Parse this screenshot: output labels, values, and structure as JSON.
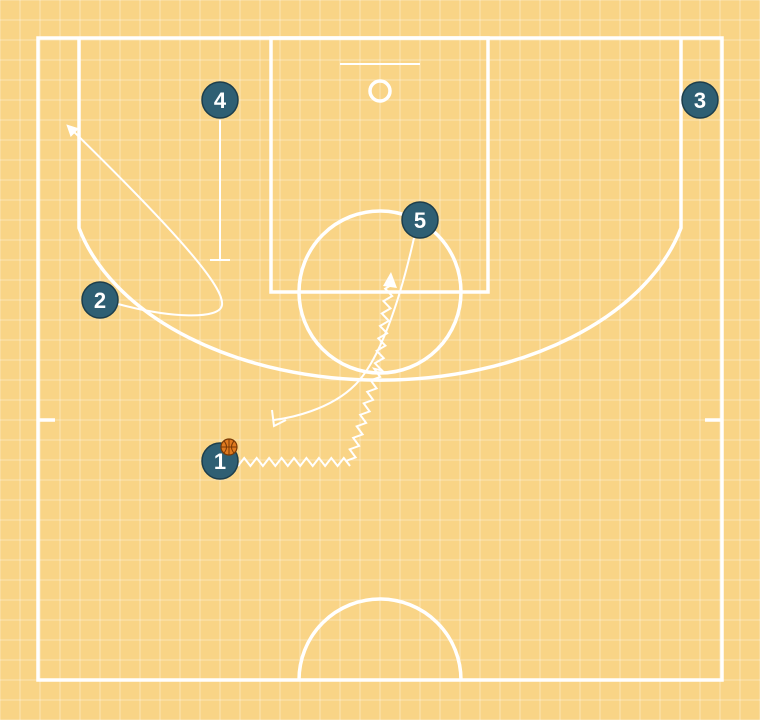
{
  "colors": {
    "court_background": "#f9d486",
    "court_lines": "#ffffff",
    "player_fill": "#2f5f73",
    "ball": "#e07a1f"
  },
  "players": [
    {
      "id": "p1",
      "label": "1",
      "has_ball": true
    },
    {
      "id": "p2",
      "label": "2",
      "has_ball": false
    },
    {
      "id": "p3",
      "label": "3",
      "has_ball": false
    },
    {
      "id": "p4",
      "label": "4",
      "has_ball": false
    },
    {
      "id": "p5",
      "label": "5",
      "has_ball": false
    }
  ],
  "actions": [
    {
      "type": "dribble",
      "from": "1"
    },
    {
      "type": "cut",
      "from": "5"
    },
    {
      "type": "cut",
      "from": "2"
    },
    {
      "type": "screen",
      "from": "4"
    }
  ],
  "icons": {
    "ball": "basketball-icon"
  }
}
